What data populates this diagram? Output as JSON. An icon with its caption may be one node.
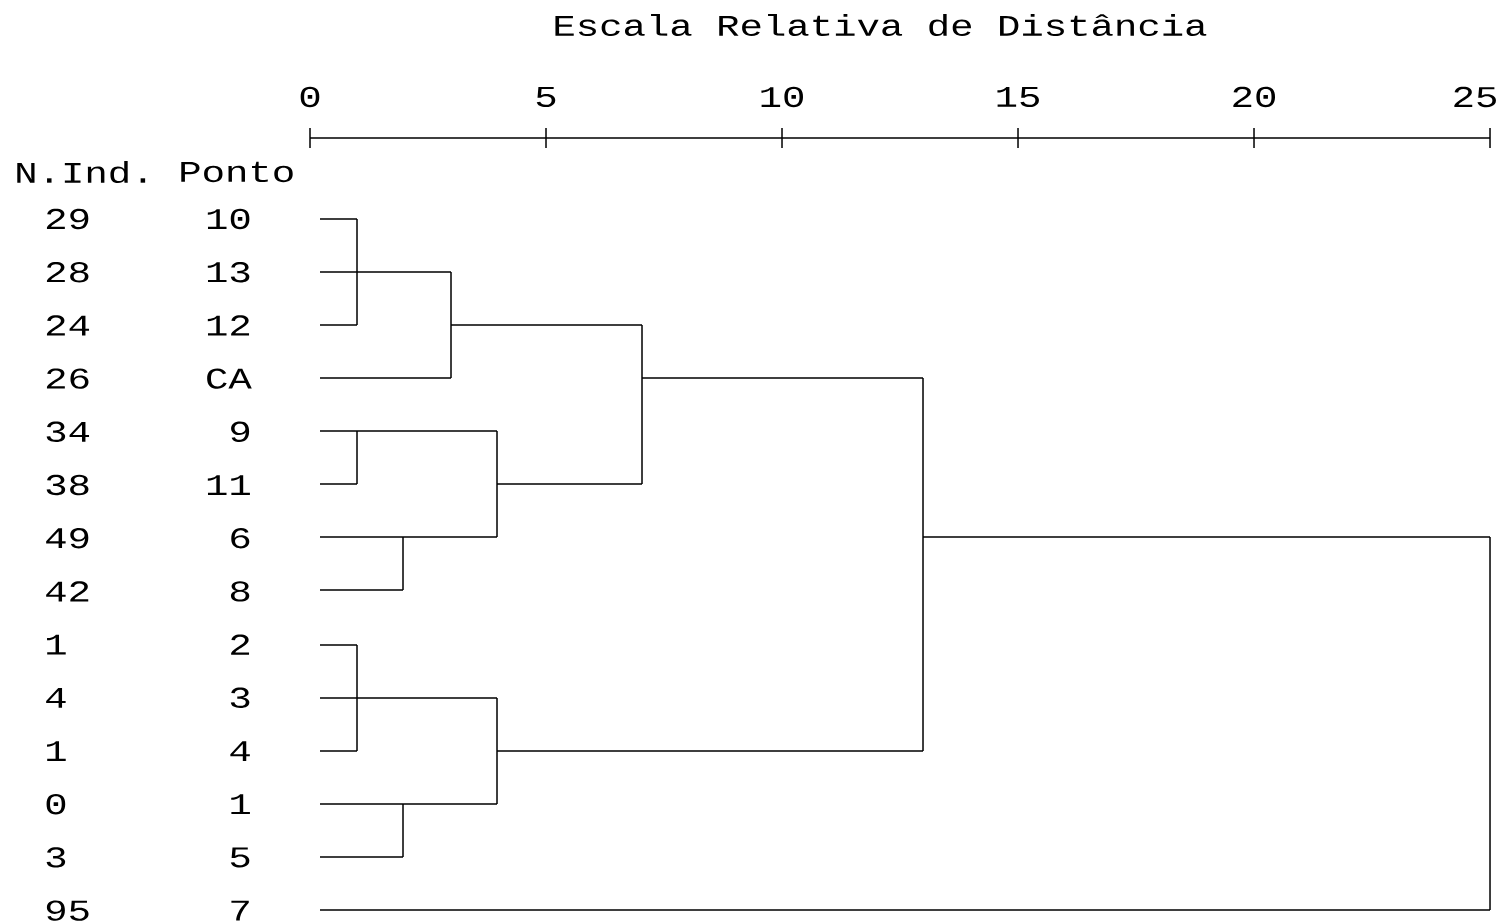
{
  "diagram": {
    "title": "Escala Relativa de Distância",
    "labels": [
      "0",
      "5",
      "10",
      "15",
      "20",
      "25",
      "N.Ind.",
      "Ponto",
      "29",
      "10",
      "28",
      "13",
      "24",
      "12",
      "26",
      "CA",
      "34",
      "9",
      "38",
      "11",
      "49",
      "6",
      "42",
      "8",
      "1",
      "2",
      "4",
      "3",
      "1",
      "4",
      "0",
      "1",
      "3",
      "5",
      "95",
      "7"
    ]
  }
}
